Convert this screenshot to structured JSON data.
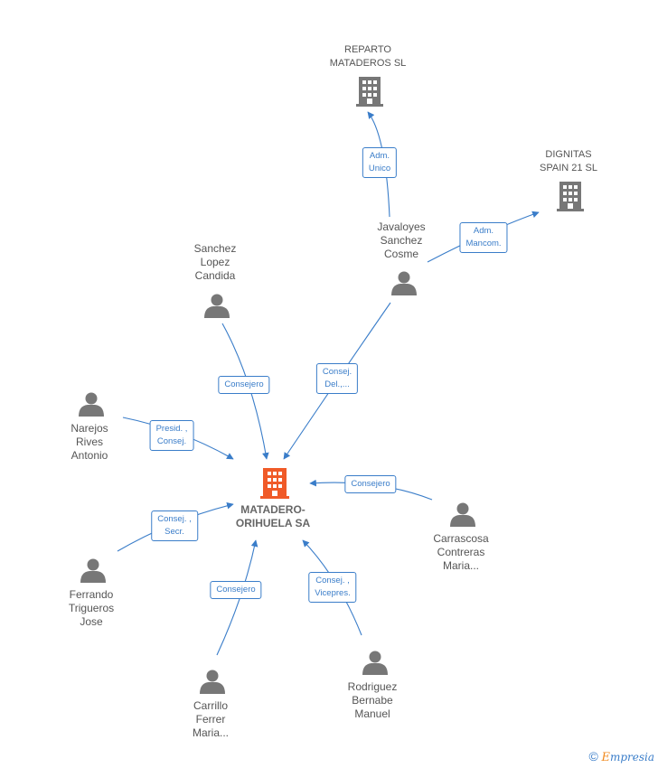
{
  "center": {
    "name": "MATADERO-\nORIHUELA SA",
    "color": "#f05a28"
  },
  "companies": [
    {
      "id": "reparto",
      "name": "REPARTO\nMATADEROS SL"
    },
    {
      "id": "dignitas",
      "name": "DIGNITAS\nSPAIN 21 SL"
    }
  ],
  "people": [
    {
      "id": "javaloyes",
      "name": "Javaloyes\nSanchez\nCosme"
    },
    {
      "id": "sanchez",
      "name": "Sanchez\nLopez\nCandida"
    },
    {
      "id": "narejos",
      "name": "Narejos\nRives\nAntonio"
    },
    {
      "id": "ferrando",
      "name": "Ferrando\nTrigueros\nJose"
    },
    {
      "id": "carrillo",
      "name": "Carrillo\nFerrer\nMaria..."
    },
    {
      "id": "rodriguez",
      "name": "Rodriguez\nBernabe\nManuel"
    },
    {
      "id": "carrascosa",
      "name": "Carrascosa\nContreras\nMaria..."
    }
  ],
  "relations": [
    {
      "id": "rel_reparto",
      "label": "Adm.\nUnico"
    },
    {
      "id": "rel_dignitas",
      "label": "Adm.\nMancom."
    },
    {
      "id": "rel_javaloyes",
      "label": "Consej.\nDel.,..."
    },
    {
      "id": "rel_sanchez",
      "label": "Consejero"
    },
    {
      "id": "rel_narejos",
      "label": "Presid. ,\nConsej."
    },
    {
      "id": "rel_ferrando",
      "label": "Consej. ,\nSecr."
    },
    {
      "id": "rel_carrillo",
      "label": "Consejero"
    },
    {
      "id": "rel_rodriguez",
      "label": "Consej. ,\nVicepres."
    },
    {
      "id": "rel_carrascosa",
      "label": "Consejero"
    }
  ],
  "footer": {
    "copyright": "©",
    "brand_initial": "E",
    "brand_rest": "mpresia"
  },
  "colors": {
    "edge": "#3a7dc9",
    "person_icon": "#777777",
    "company_icon": "#777777",
    "center_icon": "#f05a28"
  }
}
